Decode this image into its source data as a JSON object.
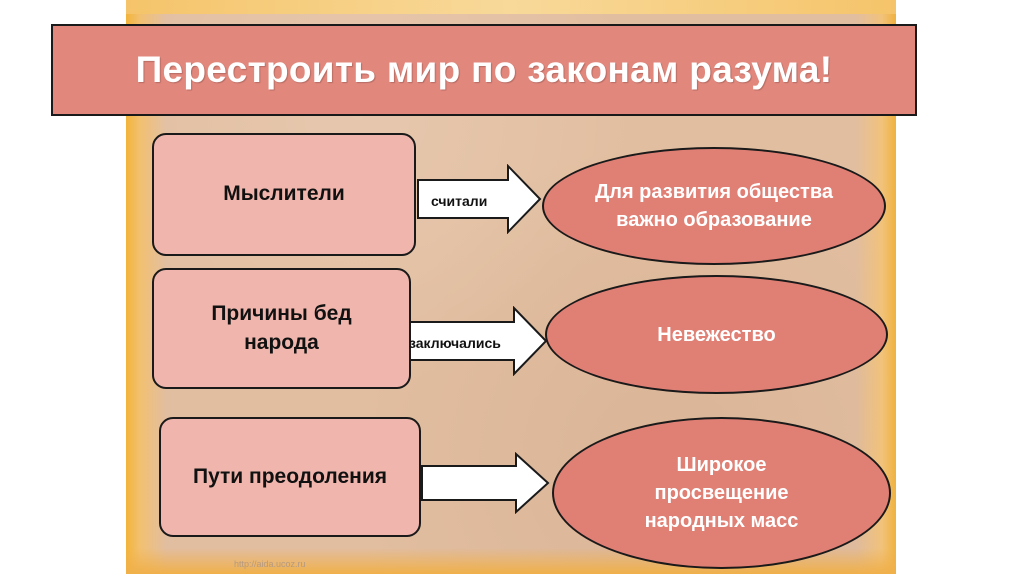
{
  "slide": {
    "title": "Перестроить мир по законам разума!",
    "watermark": "http://aida.ucoz.ru"
  },
  "rows": [
    {
      "left": "Мыслители",
      "arrow": "считали",
      "right": "Для развития общества\nважно образование"
    },
    {
      "left": "Причины бед\nнарода",
      "arrow": "заключались",
      "right": "Невежество"
    },
    {
      "left": "Пути преодоления",
      "arrow": "",
      "right": "Широкое\nпросвещение\nнародных масс"
    }
  ],
  "colors": {
    "title_fill": "#e2877c",
    "left_fill": "#f0b6ad",
    "ellipse_fill": "#e07f74",
    "background": "#e2bea0"
  }
}
